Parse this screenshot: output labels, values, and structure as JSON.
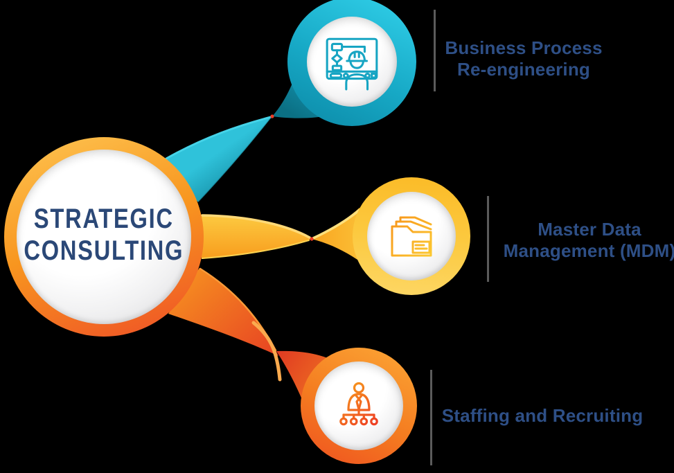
{
  "background_color": "#000000",
  "center": {
    "title_lines": [
      "STRATEGIC",
      "CONSULTING"
    ],
    "text_color": "#2b4877",
    "ring_colors": [
      "#fdc14e",
      "#f8961f",
      "#ef5426"
    ],
    "face_color": "#ffffff"
  },
  "nodes": [
    {
      "id": "business-process",
      "label_lines": [
        "Business Process",
        "Re-engineering"
      ],
      "icon": "engineer-flowchart-icon",
      "ring_color": "#1db4d2",
      "icon_color": "#17a5c3",
      "ribbon_colors": [
        "#2fc2da",
        "#0e7f96",
        "#0b7084",
        "#159ab8"
      ]
    },
    {
      "id": "master-data",
      "label_lines": [
        "Master Data",
        "Management (MDM)"
      ],
      "icon": "folder-documents-icon",
      "ring_color": "#fcc93f",
      "icon_color": "#f9a01b",
      "ribbon_colors": [
        "#fcca41",
        "#f89c1d",
        "#fbbf36"
      ]
    },
    {
      "id": "staffing",
      "label_lines": [
        "Staffing and Recruiting"
      ],
      "icon": "org-chart-person-icon",
      "ring_color": "#f47c20",
      "icon_color": "#f05a22",
      "ribbon_colors": [
        "#f58a21",
        "#e74322",
        "#e03a22"
      ]
    }
  ],
  "label_color": "#2e4f86",
  "divider_color": "#5b5b5b",
  "twist_dot_color": "#ee3b25"
}
